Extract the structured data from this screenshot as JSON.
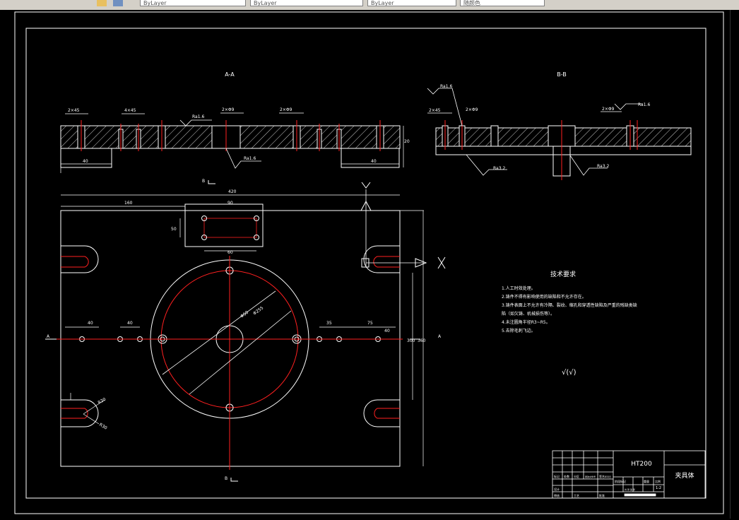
{
  "toolbar": {
    "tabs": [
      "ByLayer",
      "ByLayer",
      "ByLayer",
      "随颜色"
    ]
  },
  "drawing": {
    "section_a_label": "A-A",
    "section_b_label": "B-B",
    "section_a_marker": "A",
    "section_b_marker": "B",
    "axis_x": "X",
    "axis_y": "Y",
    "dims_top": {
      "width_total": "420",
      "width_left": "160",
      "width_pocket": "90",
      "pocket_w": "60",
      "pocket_h1": "50",
      "height_total": "360",
      "height_right": "300"
    },
    "dims_mid": {
      "d1": "40",
      "d2": "40",
      "d3": "35",
      "d4": "75",
      "d5": "40"
    },
    "diam_outer": "Φ255",
    "diam_inner": "Φ50",
    "slot_r1": "R20",
    "slot_r2": "R30",
    "roughness_a": "Ra1.6",
    "roughness_b": "Ra3.2",
    "chamfer": "2×Φ9",
    "section_dim_a": "2×45",
    "section_dim_b": "4×45",
    "section_dim_c": "40",
    "section_dim_d": "20"
  },
  "tech": {
    "title": "技术要求",
    "lines": [
      "1.人工时效处理。",
      "2.铸件不得有影响使用的缺陷和不允许存在。",
      "3.铸件表面上不允许有冷隔、裂纹、缩孔和穿透性缺陷及严重的残缺类缺",
      "陷（如欠铸、机械损伤等）。",
      "4.未注圆角半径R3~R5。",
      "5.去除毛刺飞边。"
    ],
    "roughness_symbol": "√(√)"
  },
  "titleblock": {
    "material": "HT200",
    "part_name": "夹具体",
    "scale": "1:2",
    "cells": [
      "标记",
      "处数",
      "分区",
      "更改文件号",
      "签名",
      "年月日",
      "设计",
      "审核",
      "工艺",
      "批准",
      "阶段标记",
      "重量",
      "比例",
      "共 张 第 张"
    ]
  },
  "colors": {
    "line_white": "#ffffff",
    "center_red": "#ff2020",
    "bg": "#000000"
  }
}
